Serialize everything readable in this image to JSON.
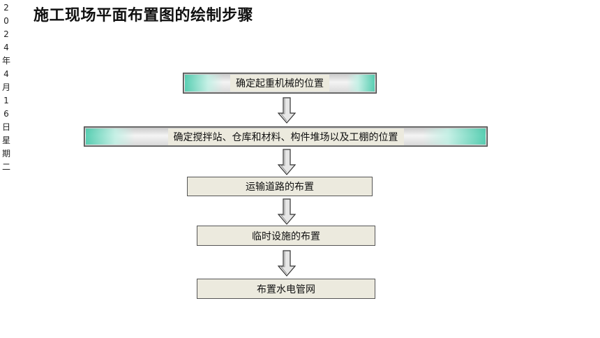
{
  "date_strip": [
    "2",
    "0",
    "2",
    "4",
    "年",
    "4",
    "月",
    "1",
    "6",
    "日",
    "星",
    "期",
    "二"
  ],
  "title": "施工现场平面布置图的绘制步骤",
  "steps": [
    {
      "label": "确定起重机械的位置"
    },
    {
      "label": "确定搅拌站、仓库和材料、构件堆场以及工棚的位置"
    },
    {
      "label": "运输道路的布置"
    },
    {
      "label": "临时设施的布置"
    },
    {
      "label": "布置水电管网"
    }
  ],
  "colors": {
    "box_fill": "#eceade",
    "accent_glow": "#3fc9a8",
    "arrow_fill": "#e6e6e6"
  },
  "icons": {
    "connector": "down-arrow-icon"
  }
}
